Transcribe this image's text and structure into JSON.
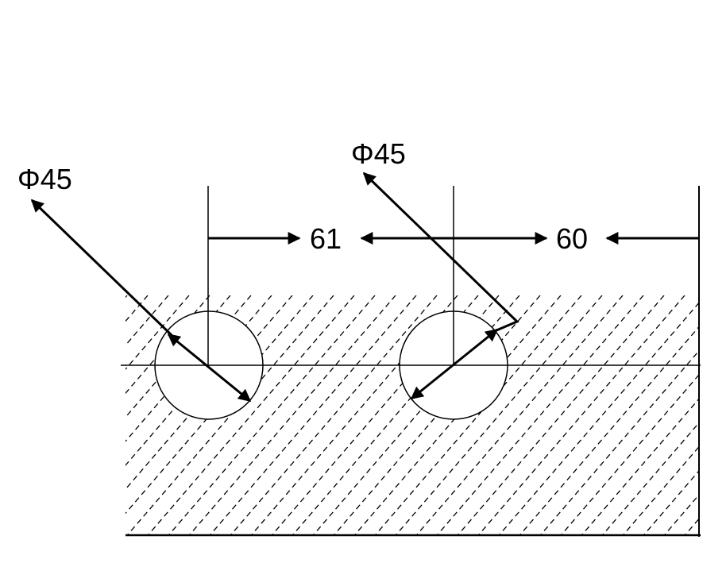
{
  "labels": {
    "diameter_left": "Φ45",
    "diameter_right": "Φ45",
    "spacing_left": "61",
    "spacing_right": "60"
  },
  "colors": {
    "line": "#000000",
    "background": "#ffffff"
  },
  "hatch": {
    "style": "dashed diagonal"
  }
}
